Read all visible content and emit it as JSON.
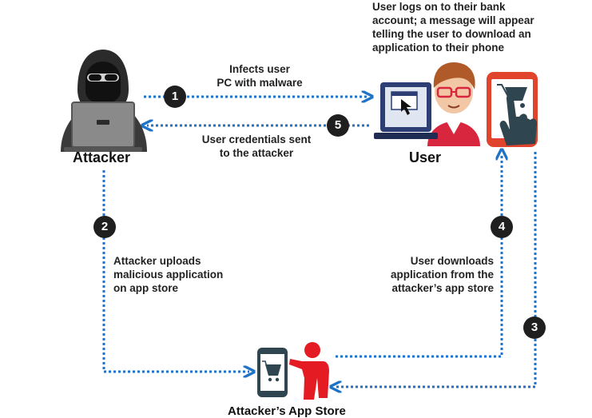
{
  "labels": {
    "attacker": "Attacker",
    "user": "User",
    "app_store": "Attacker’s App Store"
  },
  "notes": {
    "user_message_1": "User logs on to their bank",
    "user_message_2": "account; a message will appear",
    "user_message_3": "telling the user to download  an",
    "user_message_4": "application  to their phone",
    "infect_1": "Infects user",
    "infect_2": "PC with malware",
    "creds_1": "User credentials sent",
    "creds_2": "to the attacker",
    "upload_1": "Attacker uploads",
    "upload_2": "malicious application",
    "upload_3": "on app store",
    "download_1": "User downloads",
    "download_2": "application  from the",
    "download_3": "attacker’s app store"
  },
  "steps": [
    "1",
    "2",
    "3",
    "4",
    "5"
  ],
  "colors": {
    "arrow": "#1e73c8",
    "badge": "#1f1f1f",
    "phone_red": "#e0442c",
    "app_teal": "#2f4650",
    "person_red": "#e41b23",
    "attacker_grey": "#3a3a3a"
  },
  "icons": {
    "attacker": "hooded-hacker-icon",
    "user": "user-laptop-icon",
    "phone": "phone-tap-icon",
    "store": "app-store-person-icon"
  }
}
